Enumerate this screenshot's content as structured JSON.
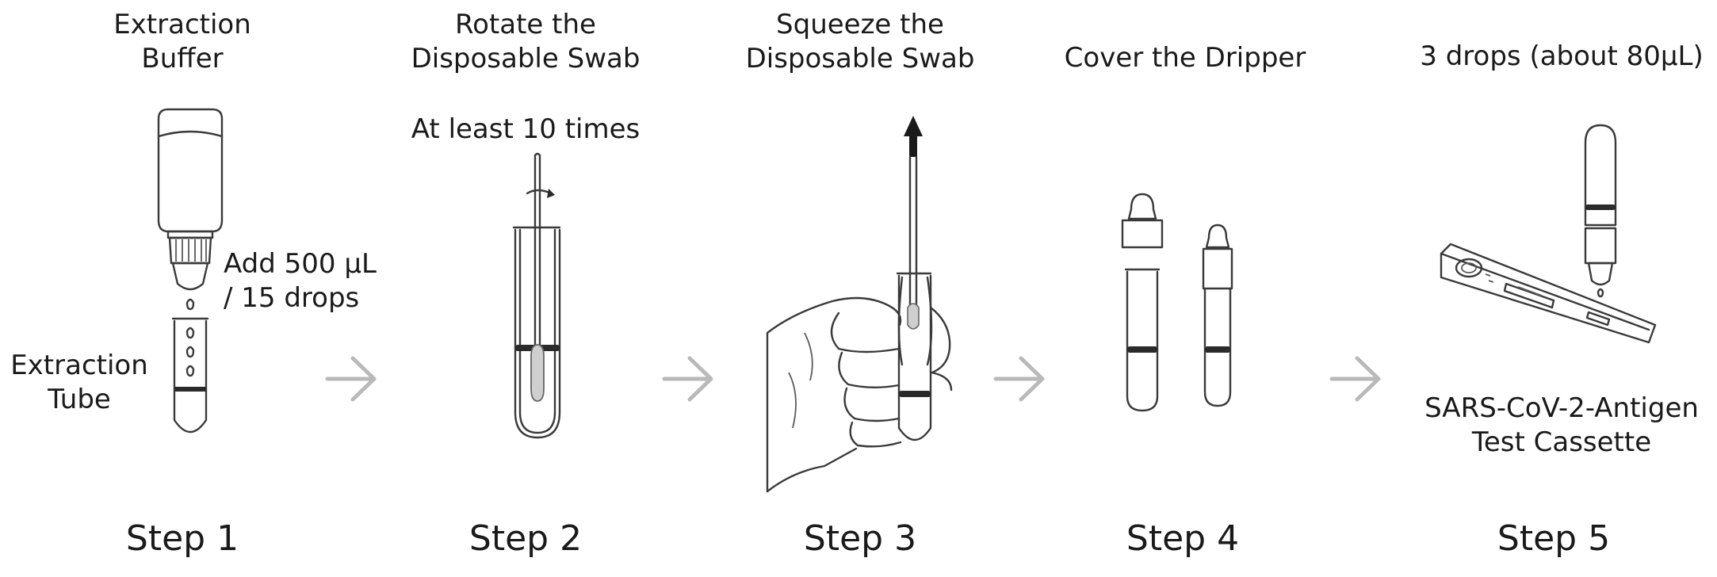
{
  "steps": [
    {
      "title_lines": [
        "Extraction",
        "Buffer"
      ],
      "step_label": "Step 1",
      "notes": {
        "add_amount_lines": [
          "Add 500 µL",
          "/ 15 drops"
        ],
        "tube_label_lines": [
          "Extraction",
          "Tube"
        ]
      }
    },
    {
      "title_lines": [
        "Rotate the",
        "Disposable Swab"
      ],
      "step_label": "Step 2",
      "notes": {
        "rotation": "At least 10 times"
      }
    },
    {
      "title_lines": [
        "Squeeze the",
        "Disposable Swab"
      ],
      "step_label": "Step 3"
    },
    {
      "title_lines": [
        "Cover the Dripper"
      ],
      "step_label": "Step 4"
    },
    {
      "title_lines": [
        "3 drops (about 80µL)"
      ],
      "step_label": "Step 5",
      "notes": {
        "cassette_label_lines": [
          "SARS-CoV-2-Antigen",
          "Test Cassette"
        ]
      }
    }
  ],
  "colors": {
    "ink": "#1a1a1a",
    "line": "#3a3a3a",
    "arrow": "#b9b9b9",
    "background": "#ffffff"
  },
  "icons": [
    "buffer-bottle-icon",
    "extraction-tube-icon",
    "swab-icon",
    "rotation-arrow-icon",
    "hand-icon",
    "dripper-cap-icon",
    "test-cassette-icon",
    "next-step-arrow-icon"
  ]
}
